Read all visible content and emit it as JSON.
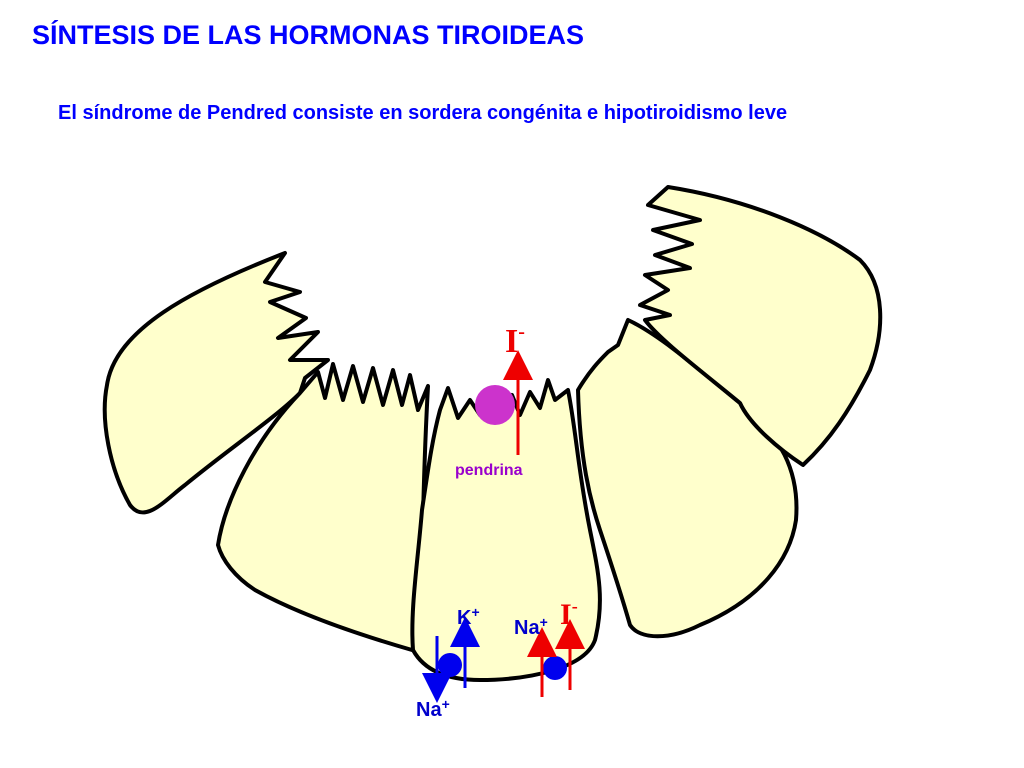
{
  "title": "SÍNTESIS DE LAS HORMONAS TIROIDEAS",
  "subtitle": "El síndrome de Pendred consiste en sordera congénita e hipotiroidismo leve",
  "labels": {
    "pendrina": "pendrina",
    "iodide_symbol": "I",
    "minus": "-",
    "potassium": "K",
    "sodium": "Na",
    "plus": "+"
  },
  "colors": {
    "cell_fill": "#ffffcc",
    "outline": "#000000",
    "text_blue": "#0000ff",
    "label_blue": "#0000cc",
    "pendrin": "#cc33cc",
    "pendrin_label": "#9900cc",
    "iodide_arrow": "#ee0000",
    "transporter": "#0000ee"
  }
}
